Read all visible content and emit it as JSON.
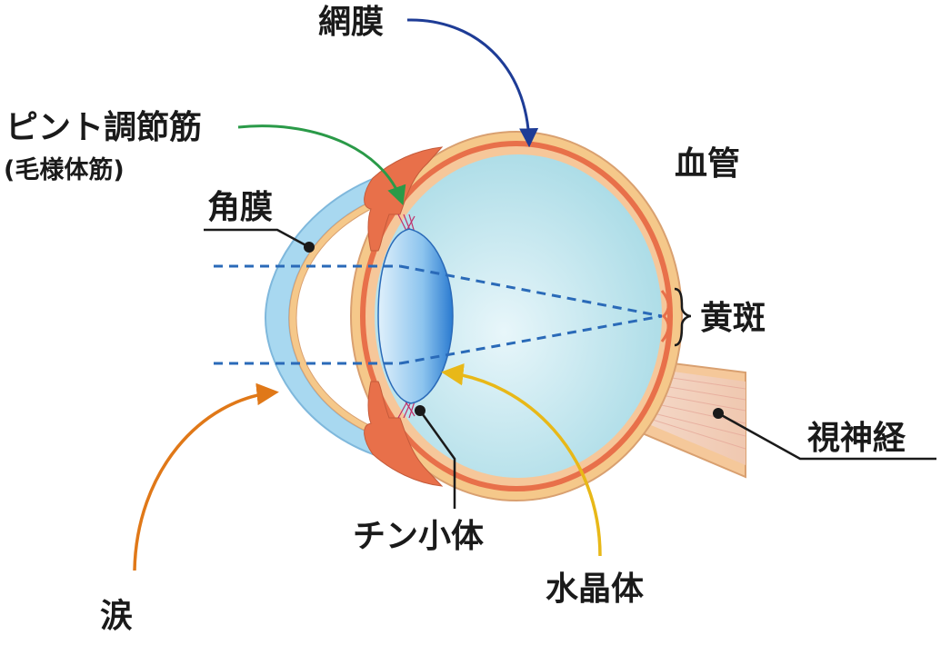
{
  "labels": {
    "retina": "網膜",
    "ciliary_muscle": "ピント調節筋",
    "ciliary_muscle_sub": "(毛様体筋)",
    "cornea": "角膜",
    "blood_vessel": "血管",
    "macula": "黄斑",
    "optic_nerve": "視神経",
    "zonule": "チン小体",
    "lens": "水晶体",
    "tears": "涙"
  },
  "colors": {
    "retina_arrow": "#1e3c96",
    "ciliary_arrow": "#2a9a48",
    "tears_arrow": "#e07818",
    "lens_arrow": "#e8b818",
    "dashed_line": "#2a6ab8",
    "sclera": "#f5c88a",
    "choroid": "#e8704a",
    "vitreous": "#bfe6ee",
    "lens_fill": "#4aa0e0",
    "cornea_fill": "#a8d8f0"
  }
}
